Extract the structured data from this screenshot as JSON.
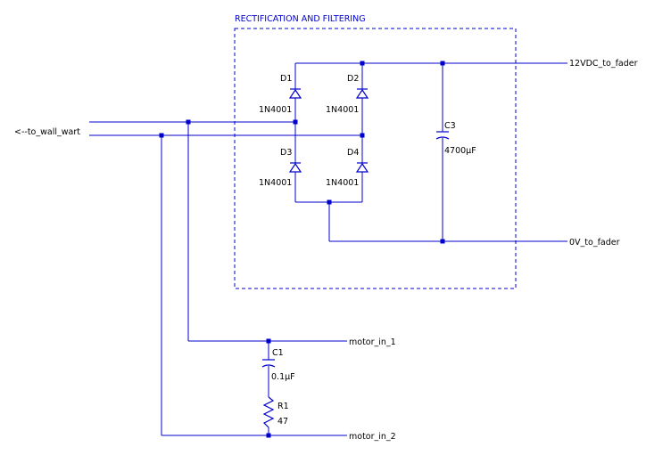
{
  "title": "RECTIFICATION AND FILTERING",
  "nets": {
    "input": "<--to_wall_wart",
    "out_pos": "12VDC_to_fader",
    "out_gnd": "0V_to_fader",
    "motor1": "motor_in_1",
    "motor2": "motor_in_2"
  },
  "components": {
    "d1": {
      "ref": "D1",
      "part": "1N4001"
    },
    "d2": {
      "ref": "D2",
      "part": "1N4001"
    },
    "d3": {
      "ref": "D3",
      "part": "1N4001"
    },
    "d4": {
      "ref": "D4",
      "part": "1N4001"
    },
    "c3": {
      "ref": "C3",
      "value": "4700µF"
    },
    "c1": {
      "ref": "C1",
      "value": "0.1µF"
    },
    "r1": {
      "ref": "R1",
      "value": "47"
    }
  },
  "colors": {
    "wire": "#0000cc",
    "text": "#000000",
    "background": "#ffffff"
  }
}
